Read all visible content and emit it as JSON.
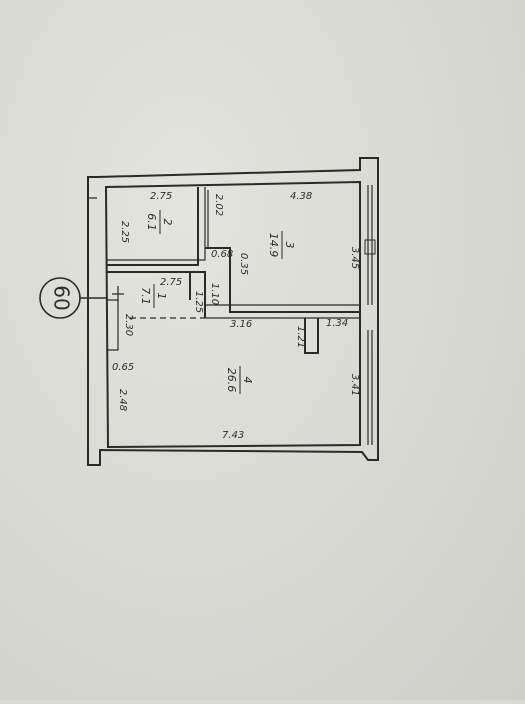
{
  "plan": {
    "apartment_no": "60",
    "rooms": [
      {
        "id": "room-1",
        "number": "1",
        "area": "7.1"
      },
      {
        "id": "room-2",
        "number": "2",
        "area": "6.1"
      },
      {
        "id": "room-3",
        "number": "3",
        "area": "14.9"
      },
      {
        "id": "room-4",
        "number": "4",
        "area": "26.6"
      }
    ],
    "dimensions": {
      "room2_width": "2.75",
      "room2_depth": "2.25",
      "room3_length": "4.38",
      "room3_inner": "2.02",
      "room3_side": "3.45",
      "niche_a": "0.68",
      "niche_b": "0.35",
      "hall_width": "2.75",
      "hall_a": "1.10",
      "hall_b": "1.25",
      "room4_top": "3.16",
      "room4_step": "1.34",
      "room4_step_depth": "1.21",
      "room4_side": "3.41",
      "room4_bottom": "7.43",
      "left_a": "2.30",
      "left_b": "0.65",
      "left_c": "2.48"
    }
  }
}
